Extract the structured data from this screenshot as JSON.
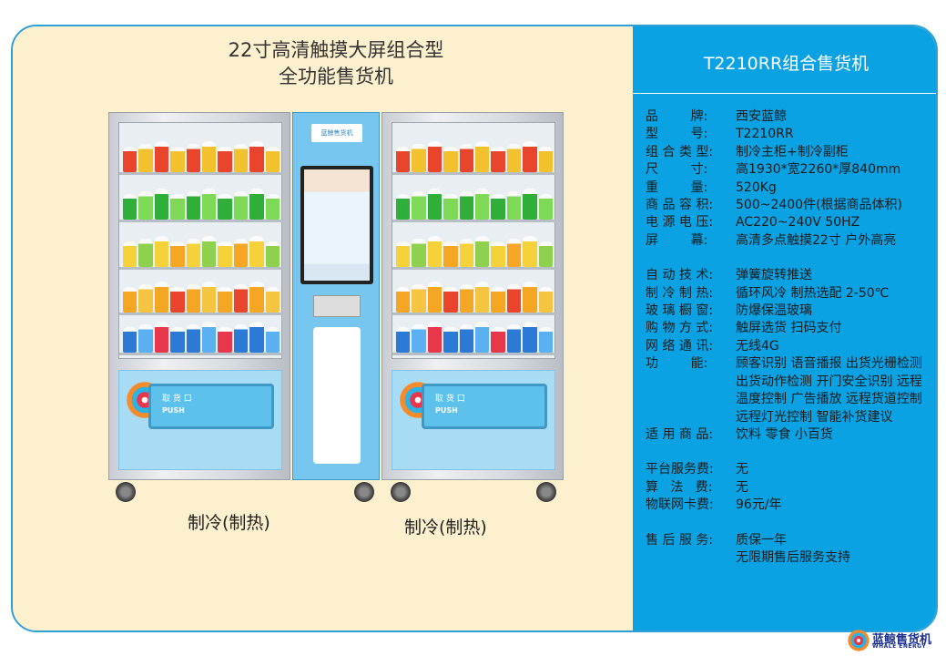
{
  "headline": {
    "line1": "22寸高清触摸大屏组合型",
    "line2": "全功能售货机"
  },
  "captions": {
    "left": "制冷(制热)",
    "right": "制冷(制热)"
  },
  "machine": {
    "pickup_label": "取 货 口",
    "push_label": "PUSH",
    "mid_logo": "蓝鲸售货机"
  },
  "panel": {
    "title": "T2210RR组合售货机"
  },
  "specs": [
    {
      "k": "品        牌:",
      "v": "西安蓝鲸"
    },
    {
      "k": "型        号:",
      "v": "T2210RR"
    },
    {
      "k": "组 合 类 型:",
      "v": "制冷主柜+制冷副柜"
    },
    {
      "k": "尺        寸:",
      "v": "高1930*宽2260*厚840mm"
    },
    {
      "k": "重        量:",
      "v": "520Kg"
    },
    {
      "k": "商 品 容 积:",
      "v": "500~2400件(根据商品体积)"
    },
    {
      "k": "电 源 电 压:",
      "v": "AC220~240V 50HZ"
    },
    {
      "k": "屏        幕:",
      "v": "高清多点触摸22寸 户外高亮"
    },
    {
      "gap": true
    },
    {
      "k": "自 动 技 术:",
      "v": "弹簧旋转推送"
    },
    {
      "k": "制 冷 制 热:",
      "v": "循环风冷 制热选配 2-50℃"
    },
    {
      "k": "玻 璃 橱 窗:",
      "v": "防爆保温玻璃"
    },
    {
      "k": "购 物 方 式:",
      "v": "触屏选货 扫码支付"
    },
    {
      "k": "网 络 通 讯:",
      "v": "无线4G"
    },
    {
      "k": "功        能:",
      "v": "顾客识别 语音播报 出货光栅检测 出货动作检测 开门安全识别 远程温度控制 广告播放 远程货道控制 远程灯光控制 智能补货建议"
    },
    {
      "k": "适 用 商 品:",
      "v": "饮料 零食 小百货"
    },
    {
      "gap": true
    },
    {
      "k": "平台服务费:",
      "v": "无"
    },
    {
      "k": "算   法   费:",
      "v": "无"
    },
    {
      "k": "物联网卡费:",
      "v": "96元/年"
    },
    {
      "gap": true
    },
    {
      "k": "售 后 服 务:",
      "v": "质保一年"
    },
    {
      "k": "",
      "v": "无限期售后服务支持"
    }
  ],
  "brand": {
    "name": "蓝鲸售货机",
    "english": "WHALE ENERGY"
  },
  "colors": {
    "panel_blue": "#0aa2e3",
    "left_bg": "#fdf0cf",
    "border": "#2f9fd6"
  }
}
